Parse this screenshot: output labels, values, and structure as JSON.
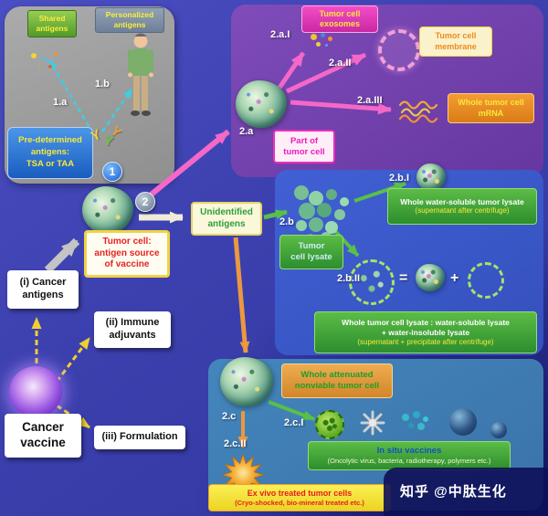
{
  "colors": {
    "background": "#3c40ae",
    "panel_gray": "#9c9c9c",
    "panel_purple": "#7445ae",
    "panel_blue": "#3a56c8",
    "panel_teal": "#3f7cb2",
    "magenta": "#e838bc",
    "green": "#3f9e34",
    "orange": "#e8943c",
    "yellow": "#f2e23c"
  },
  "watermark": "知乎 @中肽生化",
  "steps": {
    "one": "1",
    "two": "2"
  },
  "labels": {
    "l1a": "1.a",
    "l1b": "1.b",
    "l2a": "2.a",
    "l2aI": "2.a.I",
    "l2aII": "2.a.II",
    "l2aIII": "2.a.III",
    "l2b": "2.b",
    "l2bI": "2.b.I",
    "l2bII": "2.b.II",
    "l2c": "2.c",
    "l2cI": "2.c.I",
    "l2cII": "2.c.II",
    "equals": "=",
    "plus": "+"
  },
  "predetermined_panel": {
    "shared": {
      "line1": "Shared",
      "line2": "antigens"
    },
    "personalized": {
      "line1": "Personalized",
      "line2": "antigens"
    },
    "predetermined": {
      "line1": "Pre-determined",
      "line2": "antigens:",
      "line3": "TSA or TAA"
    }
  },
  "center": {
    "tumor_source": {
      "line1": "Tumor cell:",
      "line2": "antigen source",
      "line3": "of vaccine"
    },
    "unidentified": {
      "line1": "Unidentified",
      "line2": "antigens"
    }
  },
  "components": {
    "cancer_antigens": {
      "line1": "(i) Cancer",
      "line2": "antigens"
    },
    "immune_adjuvants": {
      "line1": "(ii) Immune",
      "line2": "adjuvants"
    },
    "formulation": "(iii) Formulation",
    "cancer_vaccine": {
      "line1": "Cancer",
      "line2": "vaccine"
    }
  },
  "part_panel": {
    "part_of": {
      "line1": "Part of",
      "line2": "tumor cell"
    },
    "exosomes": {
      "line1": "Tumor cell",
      "line2": "exosomes"
    },
    "membrane": {
      "line1": "Tumor cell",
      "line2": "membrane"
    },
    "mrna": {
      "line1": "Whole tumor cell",
      "line2": "mRNA"
    }
  },
  "lysate_panel": {
    "tumor_cell_lysate": {
      "line1": "Tumor",
      "line2": "cell lysate"
    },
    "water_soluble": {
      "line1": "Whole water-soluble tumor lysate",
      "line2": "(supernatant after centrifuge)"
    },
    "whole_lysate": {
      "line1": "Whole tumor cell lysate : water-soluble lysate",
      "line2": "+ water-insoluble lysate",
      "line3": "(supernatant + precipitate after centrifuge)"
    }
  },
  "whole_cell_panel": {
    "attenuated": {
      "line1": "Whole attenuated",
      "line2": "nonviable tumor cell"
    },
    "in_situ": {
      "line1": "In situ vaccines",
      "line2": "(Oncolytic virus, bacteria, radiotherapy, polymers etc.)"
    },
    "ex_vivo": {
      "line1": "Ex vivo treated tumor cells",
      "line2": "(Cryo-shocked, bio-mineral treated etc.)"
    }
  }
}
